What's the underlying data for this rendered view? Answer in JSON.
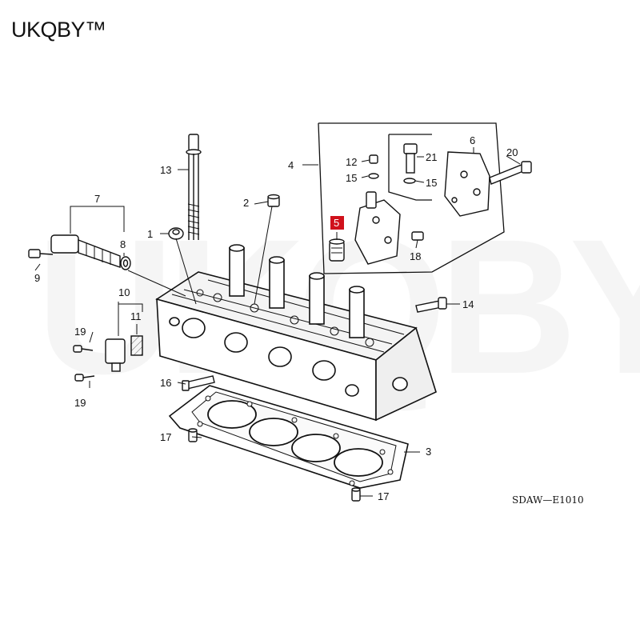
{
  "brand": "UKQBY™",
  "watermark": "UKQBY™",
  "diagram_code": "SDAW—E1010",
  "highlight_color": "#d0111b",
  "callouts": {
    "c1": "1",
    "c2": "2",
    "c3": "3",
    "c4": "4",
    "c5": "5",
    "c6": "6",
    "c7": "7",
    "c8": "8",
    "c9": "9",
    "c10": "10",
    "c11": "11",
    "c12": "12",
    "c13": "13",
    "c14": "14",
    "c15a": "15",
    "c15b": "15",
    "c16": "16",
    "c17a": "17",
    "c17b": "17",
    "c18": "18",
    "c19a": "19",
    "c19b": "19",
    "c20": "20",
    "c21": "21"
  }
}
